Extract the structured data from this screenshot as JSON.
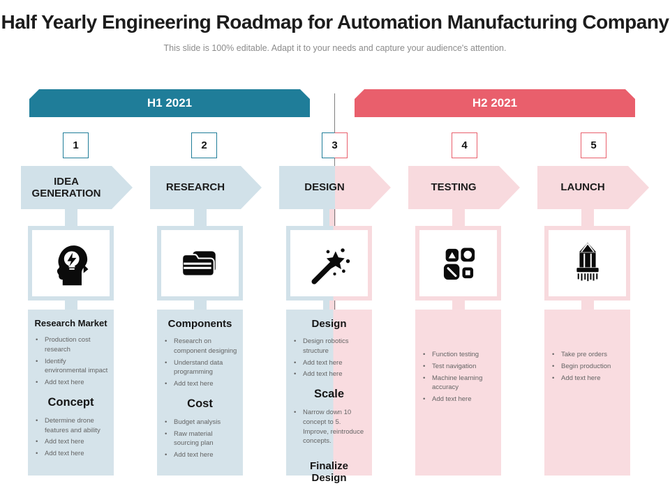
{
  "slide": {
    "title": "Half Yearly Engineering Roadmap for Automation Manufacturing Company",
    "subtitle": "This slide is 100% editable. Adapt it to your needs and capture your audience's attention."
  },
  "colors": {
    "teal": "#1F7D99",
    "red": "#E95F6C",
    "light_blue_panel": "#D5E3EA",
    "light_pink_panel": "#F9DCE0",
    "icon_black": "#0b0b0b",
    "divider_gray": "#7f7f7f"
  },
  "timeline": {
    "h1_label": "H1 2021",
    "h2_label": "H2 2021"
  },
  "phases": [
    {
      "number": "1",
      "label": "IDEA GENERATION",
      "icon": "head-lightbulb-icon",
      "sections": [
        {
          "heading": "Research Market",
          "bullets": [
            "Production cost research",
            "Identify environmental impact",
            "Add text here"
          ]
        },
        {
          "heading": "Concept",
          "bullets": [
            "Determine drone features and ability",
            "Add text here",
            "Add text here"
          ]
        }
      ]
    },
    {
      "number": "2",
      "label": "RESEARCH",
      "icon": "folder-icon",
      "sections": [
        {
          "heading": "Components",
          "bullets": [
            "Research on component designing",
            "Understand data programming",
            "Add text here"
          ]
        },
        {
          "heading": "Cost",
          "bullets": [
            "Budget analysis",
            "Raw material sourcing plan",
            "Add text here"
          ]
        }
      ]
    },
    {
      "number": "3",
      "label": "DESIGN",
      "icon": "magic-wand-icon",
      "sections": [
        {
          "heading": "Design",
          "bullets": [
            "Design robotics structure",
            "Add text here",
            "Add text here"
          ]
        },
        {
          "heading": "Scale",
          "bullets": [
            "Narrow down 10 concept to 5. Improve, reintroduce concepts."
          ]
        }
      ],
      "footer": "Finalize Design"
    },
    {
      "number": "4",
      "label": "TESTING",
      "icon": "shapes-grid-icon",
      "sections": [
        {
          "heading": "",
          "bullets": [
            "Function testing",
            "Test navigation",
            "Machine learning accuracy",
            "Add text here"
          ]
        }
      ]
    },
    {
      "number": "5",
      "label": "LAUNCH",
      "icon": "bank-building-icon",
      "sections": [
        {
          "heading": "",
          "bullets": [
            "Take pre orders",
            "Begin production",
            "Add text here"
          ]
        }
      ]
    }
  ]
}
